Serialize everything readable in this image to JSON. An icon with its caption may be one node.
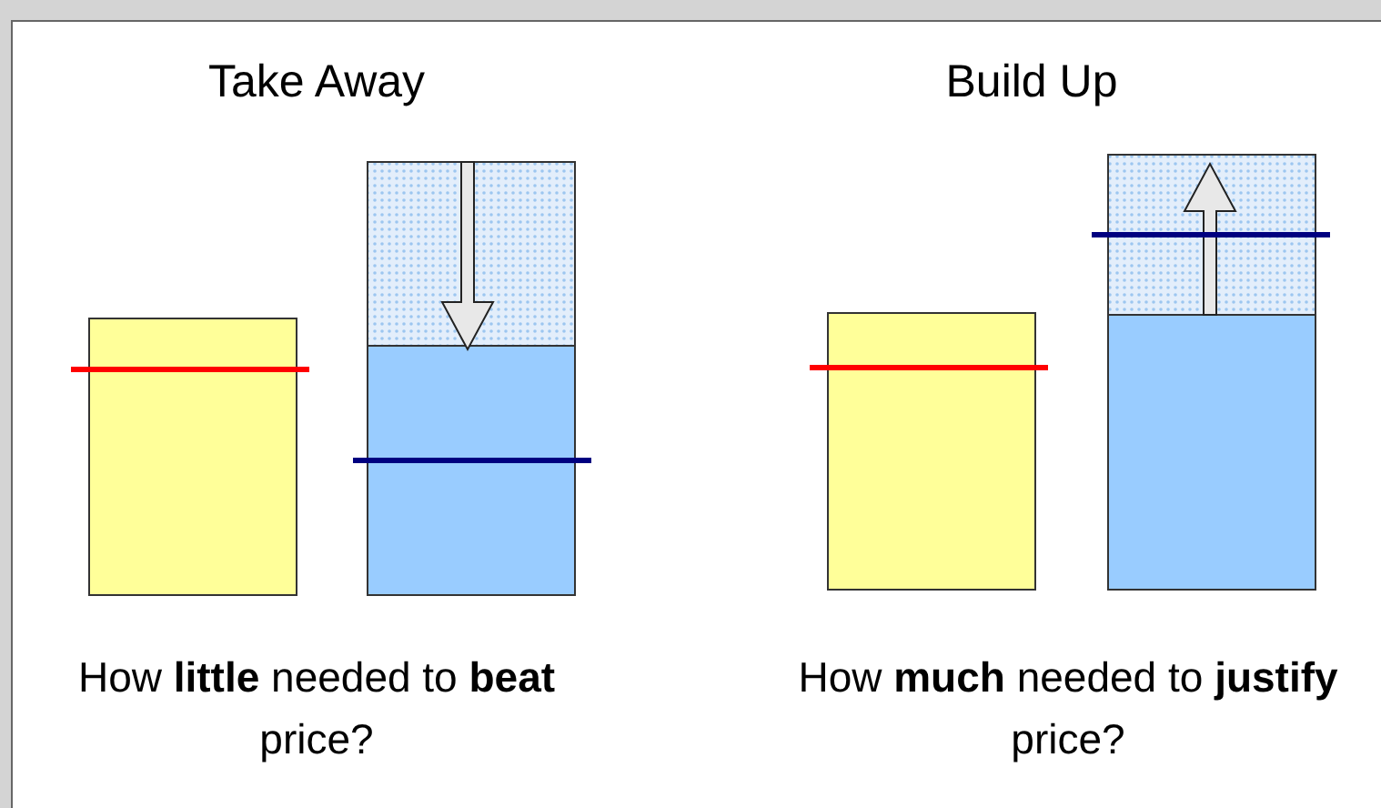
{
  "diagram": {
    "labels": [
      "Take Away",
      "Build Up",
      "How **little** needed to **beat** price?",
      "How **much** needed to **justify** price?"
    ]
  }
}
